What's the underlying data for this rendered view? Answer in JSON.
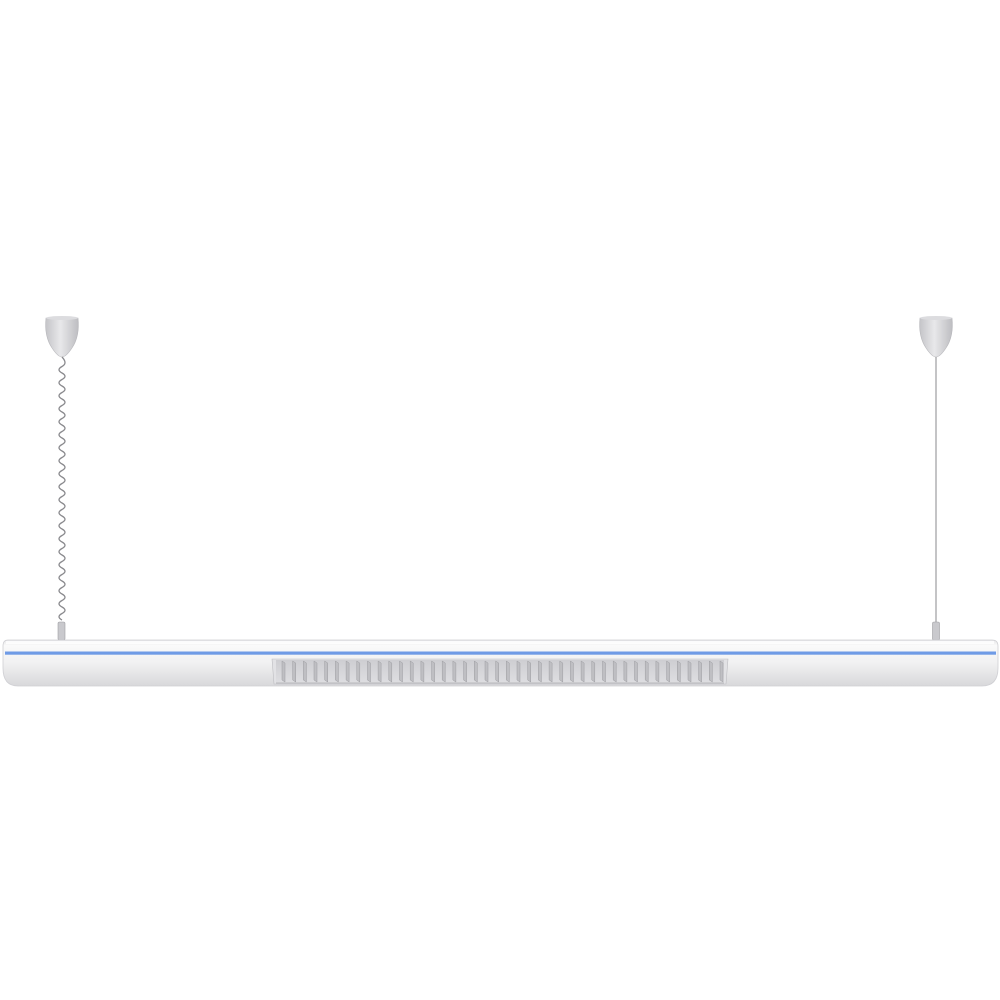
{
  "product": {
    "kind": "suspended-linear-luminaire",
    "colors": {
      "background": "#ffffff",
      "housing": "#f1f1f2",
      "housing_shade": "#d9d9dc",
      "accent_stripe": "#6f9be6",
      "louvre": "#bfbfc3",
      "cable": "#8a8a8e",
      "canopy": "#d6d6d9"
    },
    "louvre_blade_count": 42,
    "left_suspension": "coiled-power-cable",
    "right_suspension": "steel-wire"
  }
}
